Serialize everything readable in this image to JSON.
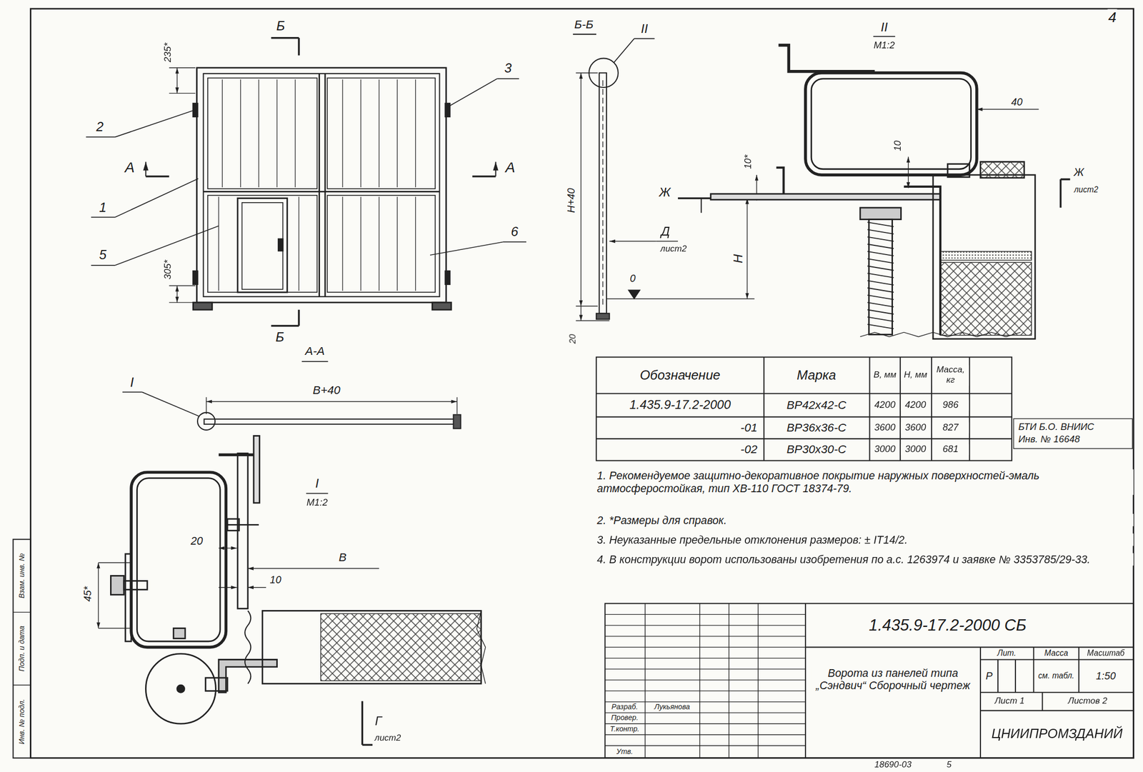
{
  "diagram": {
    "nodes": [
      {
        "text": [
          "БТИ Б.О. ВНИИС",
          "Инв. № 16648"
        ]
      }
    ],
    "labels": [
      "Б",
      "235*",
      "2",
      "3",
      "А",
      "А",
      "1",
      "5",
      "6",
      "305*",
      "Б",
      "А-А",
      "I",
      "В+40",
      "I",
      "М1:2",
      "20",
      "В",
      "10",
      "45*",
      "Г",
      "лист2",
      "Б-Б",
      "II",
      "Н+40",
      "Д",
      "лист2",
      "0",
      "Н",
      "20",
      "II",
      "М1:2",
      "40",
      "10*",
      "10",
      "Ж",
      "Ж",
      "лист2",
      "Обозначение",
      "Марка",
      "В, мм",
      "Н, мм",
      "Масса, кг",
      "1.435.9-17.2-2000",
      "ВР42х42-С",
      "4200",
      "4200",
      "986",
      "-01",
      "ВР36х36-С",
      "3600",
      "3600",
      "827",
      "-02",
      "ВР30х30-С",
      "3000",
      "3000",
      "681",
      "1. Рекомендуемое защитно-декоративное покрытие наружных поверхностей-эмаль атмосферостойкая, тип ХВ-110 ГОСТ 18374-79.",
      "2. *Размеры для справок.",
      "3. Неуказанные предельные отклонения размеров: ± IT14/2.",
      "4. В конструкции ворот использованы изобретения по а.с. 1263974 и заявке № 3353785/29-33.",
      "1.435.9-17.2-2000 СБ",
      "Ворота из панелей типа „Сэндвич“ Сборочный чертеж",
      "Лит.",
      "Масса",
      "Масштаб",
      "Р",
      "см. табл.",
      "1:50",
      "Лист 1",
      "Листов 2",
      "ЦНИИПРОМЗДАНИЙ",
      "Разраб.",
      "Лукьянова",
      "Провер.",
      "Т.контр.",
      "Утв.",
      "4",
      "18690-03",
      "5",
      "Взам. инв. №",
      "Подп. и дата",
      "Инв. № подл."
    ]
  }
}
